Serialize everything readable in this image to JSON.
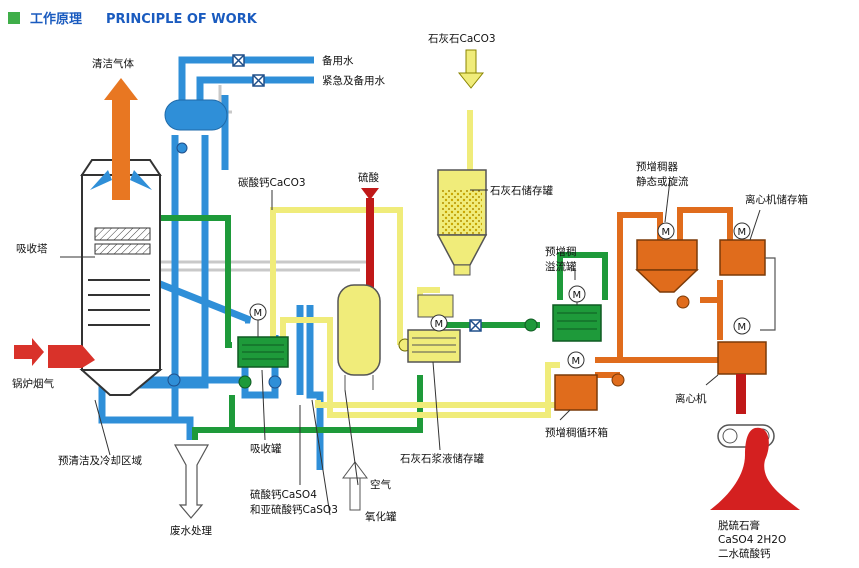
{
  "header": {
    "title_cn": "工作原理",
    "title_en": "PRINCIPLE OF WORK"
  },
  "labels": {
    "clean_gas": "清洁气体",
    "spare_water": "备用水",
    "emergency_water": "紧急及备用水",
    "limestone_caco3": "石灰石CaCO3",
    "limestone_silo": "石灰石储存罐",
    "calcium_carbonate": "碳酸钙CaCO3",
    "sulfuric_acid": "硫酸",
    "absorber": "吸收塔",
    "boiler_flue_gas": "锅炉烟气",
    "prescrub_zone": "预清洁及冷却区域",
    "absorption_tank": "吸收罐",
    "wastewater": "废水处理",
    "caso4_line1": "硫酸钙CaSO4",
    "caso4_line2": "和亚硫酸钙CaSO3",
    "air": "空气",
    "oxidation_tank": "氧化罐",
    "slurry_tank": "石灰石浆液储存罐",
    "thickener_overflow_1": "预增稠",
    "thickener_overflow_2": "溢流罐",
    "thickener_1": "预增稠器",
    "thickener_2": "静态或旋流",
    "centrifuge_tank": "离心机储存箱",
    "centrifuge": "离心机",
    "thickener_circ": "预增稠循环箱",
    "gypsum_1": "脱硫石膏",
    "gypsum_2": "CaSO4 2H2O",
    "gypsum_3": "二水硫酸钙",
    "motor": "M"
  },
  "colors": {
    "water": "#2f8fd8",
    "flue": "#d9322a",
    "clean_gas": "#e87722",
    "green": "#1e9a3a",
    "yellow": "#f0ec7a",
    "orange": "#e06c1c",
    "dark_red": "#c01818",
    "gray": "#bbbbbb",
    "header": "#1a5bbf"
  }
}
